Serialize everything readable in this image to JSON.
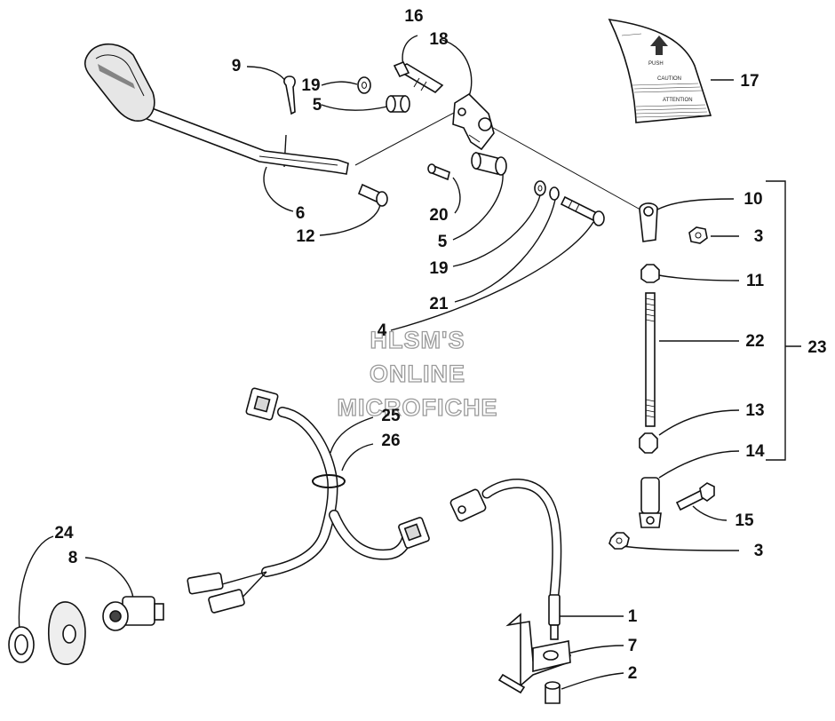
{
  "callouts": {
    "c16": "16",
    "c18": "18",
    "c9": "9",
    "c19a": "19",
    "c5a": "5",
    "c17": "17",
    "c6": "6",
    "c12": "12",
    "c20": "20",
    "c5b": "5",
    "c19b": "19",
    "c21": "21",
    "c4": "4",
    "c10": "10",
    "c3a": "3",
    "c11": "11",
    "c22": "22",
    "c23": "23",
    "c13": "13",
    "c14": "14",
    "c15": "15",
    "c3b": "3",
    "c25": "25",
    "c26": "26",
    "c24": "24",
    "c8": "8",
    "c1": "1",
    "c7": "7",
    "c2": "2"
  },
  "watermark": {
    "line1": "HLSM'S",
    "line2": "ONLINE",
    "line3": "MICROFICHE"
  },
  "decal": {
    "caution": "CAUTION",
    "attention": "ATTENTION",
    "push": "PUSH"
  }
}
